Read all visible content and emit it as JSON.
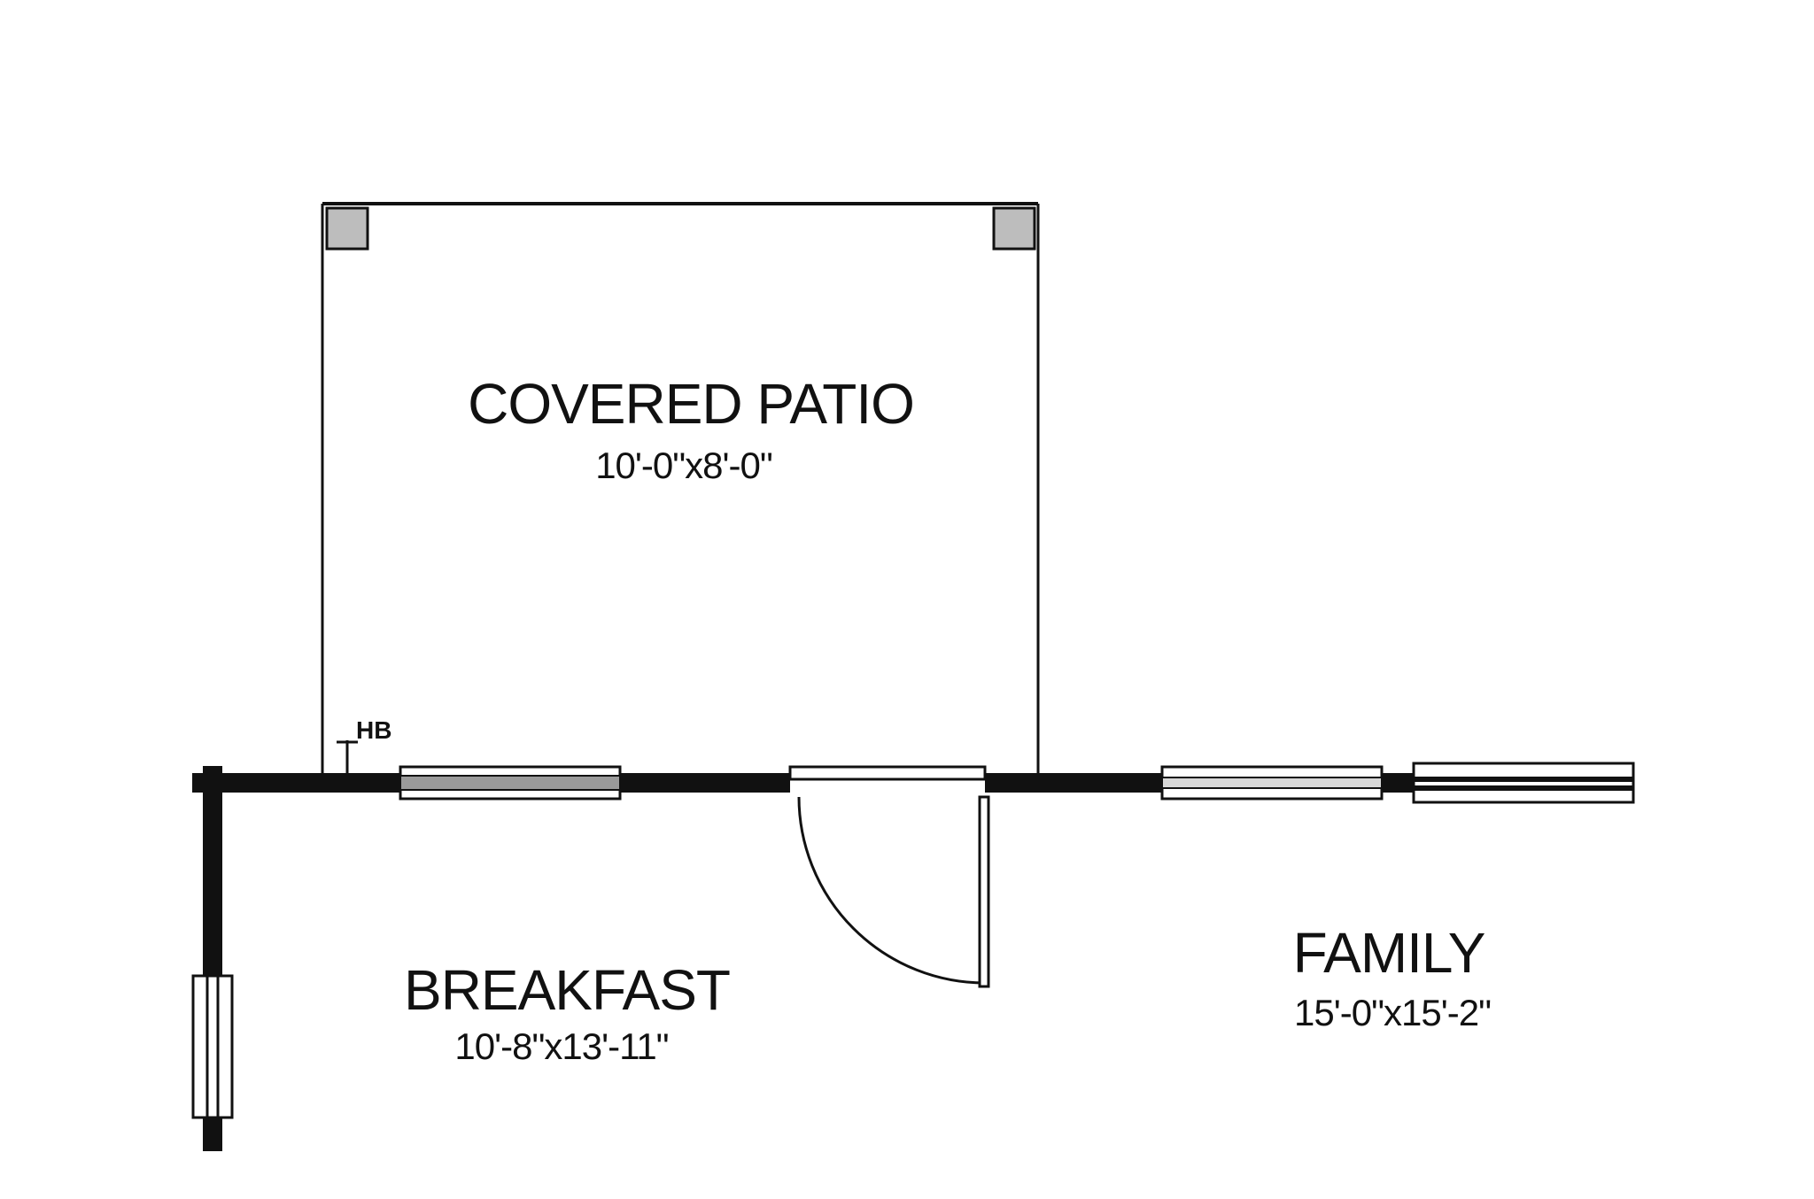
{
  "rooms": {
    "covered_patio": {
      "name": "COVERED PATIO",
      "dimensions": "10'-0\"x8'-0\""
    },
    "breakfast": {
      "name": "BREAKFAST",
      "dimensions": "10'-8\"x13'-11\""
    },
    "family": {
      "name": "FAMILY",
      "dimensions": "15'-0\"x15'-2\""
    }
  },
  "labels": {
    "hose_bib": "HB"
  },
  "colors": {
    "wall": "#111111",
    "column": "#bdbdbd",
    "window_glass": "#9a9a9a",
    "background": "#ffffff"
  }
}
